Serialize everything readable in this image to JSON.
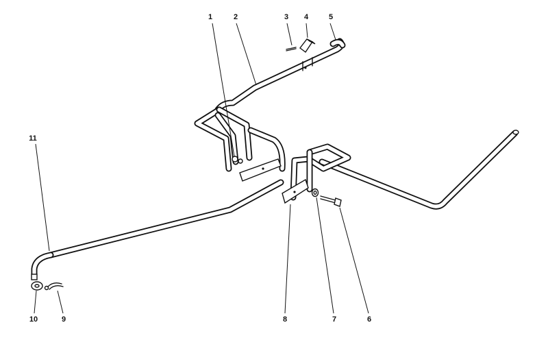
{
  "diagram": {
    "callouts": [
      {
        "id": "1",
        "label": "1"
      },
      {
        "id": "2",
        "label": "2"
      },
      {
        "id": "3",
        "label": "3"
      },
      {
        "id": "4",
        "label": "4"
      },
      {
        "id": "5",
        "label": "5"
      },
      {
        "id": "6",
        "label": "6"
      },
      {
        "id": "7",
        "label": "7"
      },
      {
        "id": "8",
        "label": "8"
      },
      {
        "id": "9",
        "label": "9"
      },
      {
        "id": "10",
        "label": "10"
      },
      {
        "id": "11",
        "label": "11"
      }
    ],
    "colors": {
      "ink": "#111111",
      "paper": "#ffffff"
    }
  }
}
